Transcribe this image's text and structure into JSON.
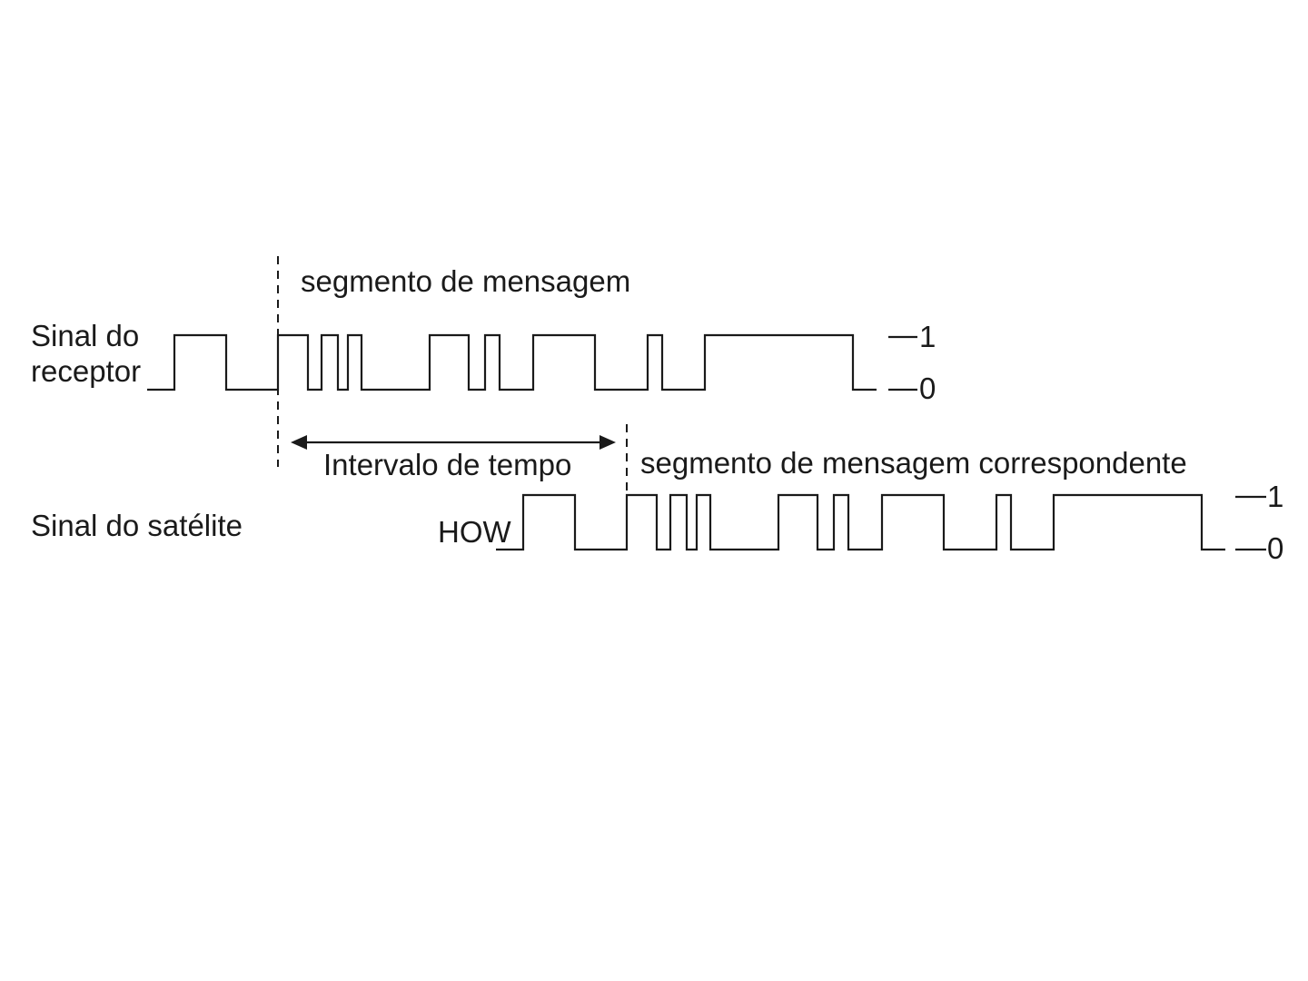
{
  "receiver": {
    "label_line1": "Sinal do",
    "label_line2": "receptor",
    "segment_label": "segmento de mensagem",
    "level_high": "1",
    "level_low": "0"
  },
  "satellite": {
    "label": "Sinal do satélite",
    "start_label": "HOW",
    "segment_label": "segmento de mensagem correspondente",
    "level_high": "1",
    "level_low": "0"
  },
  "time_interval": {
    "label": "Intervalo de tempo"
  }
}
